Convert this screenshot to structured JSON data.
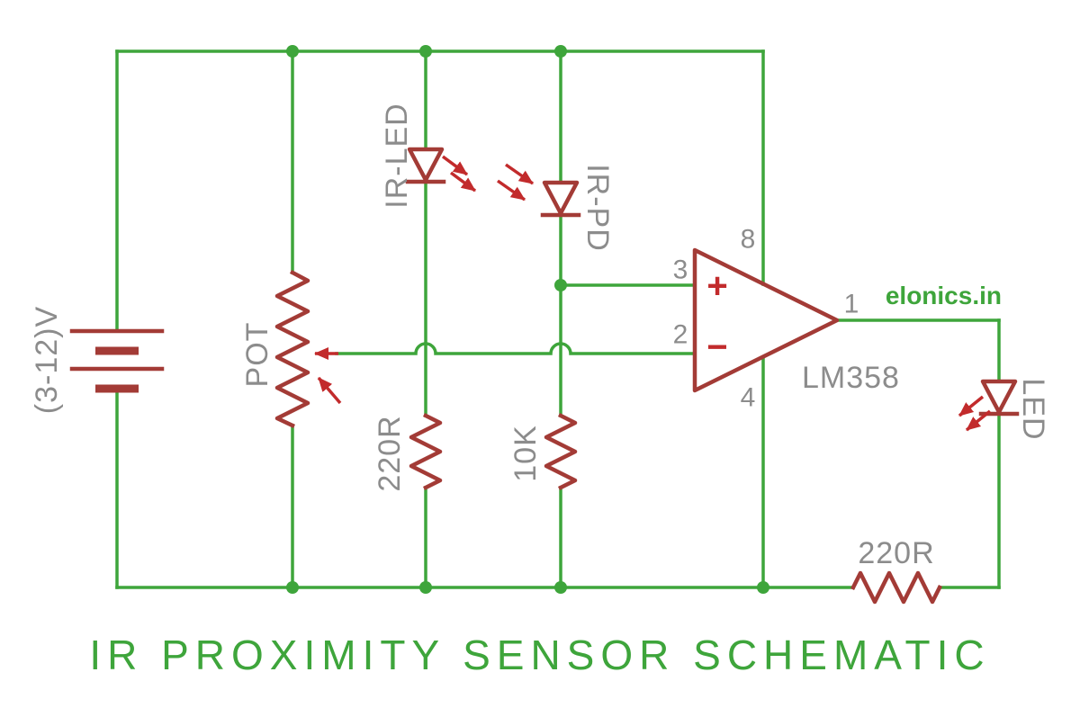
{
  "colors": {
    "wire": "#3EA53B",
    "component": "#A33B36",
    "arrow": "#C22B2C",
    "label": "#8C8C8C",
    "background": "#FFFFFF"
  },
  "title": "IR PROXIMITY SENSOR SCHEMATIC",
  "brand": "elonics.in",
  "components": {
    "battery": {
      "label": "(3-12)V"
    },
    "pot": {
      "label": "POT"
    },
    "ir_led": {
      "label": "IR-LED"
    },
    "ir_pd": {
      "label": "IR-PD"
    },
    "r_220_left": {
      "label": "220R"
    },
    "r_10k": {
      "label": "10K"
    },
    "opamp": {
      "label": "LM358",
      "plus_sign": "+",
      "minus_sign": "−",
      "pins": {
        "output": "1",
        "inverting": "2",
        "noninverting": "3",
        "v_minus": "4",
        "v_plus": "8"
      }
    },
    "out_led": {
      "label": "LED"
    },
    "r_220_out": {
      "label": "220R"
    }
  }
}
